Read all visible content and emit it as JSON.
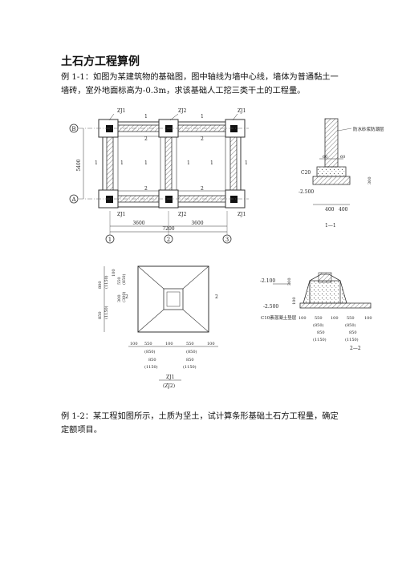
{
  "page": {
    "title": "土石方工程算例",
    "example1_line1": "例 1-1：如图为某建筑物的基础图，图中轴线为墙中心线，墙体为普通黏土一",
    "example1_line2": "墙砖，室外地面标高为-0.3m，求该基础人工挖三类干土的工程量。",
    "example2_line1": "例 1-2：某工程如图所示，土质为坚土，试计算条形基础土石方工程量，确定",
    "example2_line2": "定额项目。"
  },
  "plan": {
    "axis_a": "A",
    "axis_b": "B",
    "axis_1": "1",
    "axis_2": "2",
    "axis_3": "3",
    "zj1": "ZJ1",
    "zj2": "ZJ2",
    "dim_3600_left": "3600",
    "dim_3600_right": "3600",
    "dim_7200": "7200",
    "dim_5400": "5400",
    "section_1": "1",
    "section_2": "2",
    "sec_mark": "1"
  },
  "section11": {
    "label_top": "防水砂浆防潮层",
    "c20": "C20",
    "elev": "-2.500",
    "d400a": "400",
    "d400b": "400",
    "d300": "300",
    "d60a": "60",
    "d60b": "60",
    "caption": "1—1"
  },
  "footing_plan": {
    "zj1": "ZJ1",
    "zj2": "(ZJ2)",
    "d100": "100",
    "d550": "550",
    "d850": "(850)",
    "d850b": "850",
    "d1150": "(1150)",
    "sec2": "2",
    "v800": "800",
    "v1150": "(1150)",
    "v850": "850",
    "v1150b": "(1150)",
    "v100": "100",
    "v550": "550",
    "v550b": "(850)",
    "v300": "300",
    "v300b": "(300)"
  },
  "section22": {
    "elev_top": "-2.100",
    "elev_bot": "-2.500",
    "c10": "C10素混凝土垫层",
    "d100": "100",
    "d550": "550",
    "d850": "(850)",
    "d850b": "850",
    "d1150": "(1150)",
    "caption": "2—2",
    "v300": "300",
    "v100": "100"
  }
}
